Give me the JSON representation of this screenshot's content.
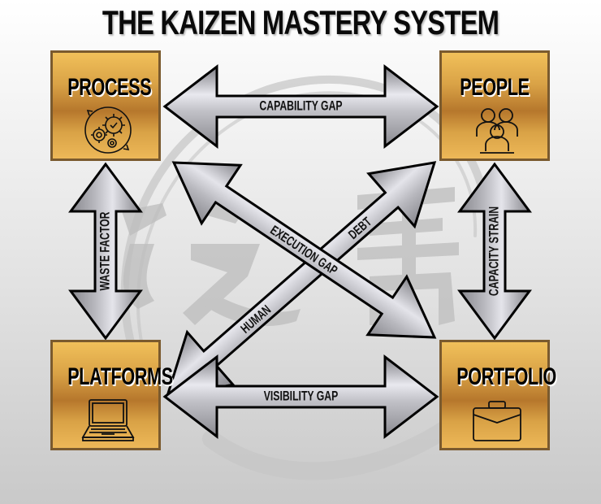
{
  "title": "THE KAIZEN MASTERY SYSTEM",
  "colors": {
    "gold_light": "#f1c05a",
    "gold_dark": "#b6772c",
    "box_border": "#7a5a2e",
    "arrow_fill_light": "#e9e9ef",
    "arrow_fill_dark": "#8e8e94",
    "arrow_outline": "#000000",
    "watermark": "#b5b5b5"
  },
  "nodes": [
    {
      "id": "process",
      "label": "PROCESS",
      "icon": "gears-cycle-icon"
    },
    {
      "id": "people",
      "label": "PEOPLE",
      "icon": "people-group-icon"
    },
    {
      "id": "platforms",
      "label": "PLATFORMS",
      "icon": "laptop-icon"
    },
    {
      "id": "portfolio",
      "label": "PORTFOLIO",
      "icon": "briefcase-icon"
    }
  ],
  "connections": [
    {
      "from": "process",
      "to": "people",
      "label": "CAPABILITY GAP"
    },
    {
      "from": "platforms",
      "to": "portfolio",
      "label": "VISIBILITY GAP"
    },
    {
      "from": "process",
      "to": "platforms",
      "label": "WASTE FACTOR"
    },
    {
      "from": "people",
      "to": "portfolio",
      "label": "CAPACITY STRAIN"
    },
    {
      "from": "process",
      "to": "portfolio",
      "label": "EXECUTION GAP"
    },
    {
      "from": "platforms",
      "to": "people",
      "label": "HUMAN",
      "label2": "DEBT"
    }
  ]
}
